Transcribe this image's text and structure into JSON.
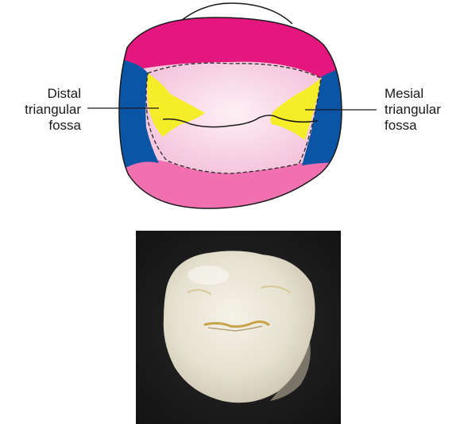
{
  "labels": {
    "distal": [
      "Distal",
      "triangular",
      "fossa"
    ],
    "mesial": [
      "Mesial",
      "triangular",
      "fossa"
    ]
  },
  "colors": {
    "buccal_ridge": "#e4177e",
    "lingual_ridge": "#f070b0",
    "marginal_ridge": "#0a55a6",
    "fossa": "#f5ed2a",
    "occlusal_table": "#f7c8de",
    "occlusal_center": "#fbe4ee",
    "photo_background": "#1d1d1d",
    "tooth_enamel": "#ebe6d6"
  },
  "icons": {
    "diagram": "occlusal-surface-icon",
    "photo": "tooth-photo-icon"
  }
}
